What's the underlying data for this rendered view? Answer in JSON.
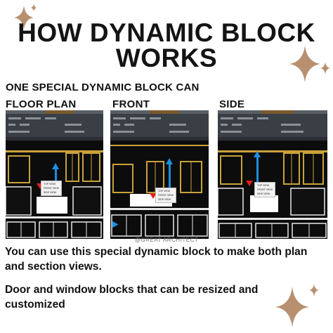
{
  "title": {
    "line1": "HOW DYNAMIC BLOCK",
    "line2": "WORKS"
  },
  "subtitle": "ONE SPECIAL DYNAMIC BLOCK CAN",
  "panels": [
    {
      "label": "FLOOR PLAN",
      "menu": [
        "TOP VIEW",
        "FRONT VIEW",
        "SIDE VIEW"
      ]
    },
    {
      "label": "FRONT",
      "menu": [
        "TOP VIEW",
        "FRONT VIEW",
        "SIDE VIEW"
      ]
    },
    {
      "label": "SIDE",
      "menu": [
        "TOP VIEW",
        "FRONT VIEW",
        "SIDE VIEW"
      ]
    }
  ],
  "watermark": "@GREAT ARCHITECT",
  "body": [
    "You can use this special dynamic block to make both plan and section views.",
    "Door and window blocks that can be resized and customized"
  ],
  "colors": {
    "sparkle": "#b89070",
    "cad_background": "#0c0c0c",
    "ribbon": "#3a3f46",
    "grip_red": "#e0201c",
    "grip_blue": "#1c8fe0",
    "frame_gold": "#c8a23a"
  }
}
